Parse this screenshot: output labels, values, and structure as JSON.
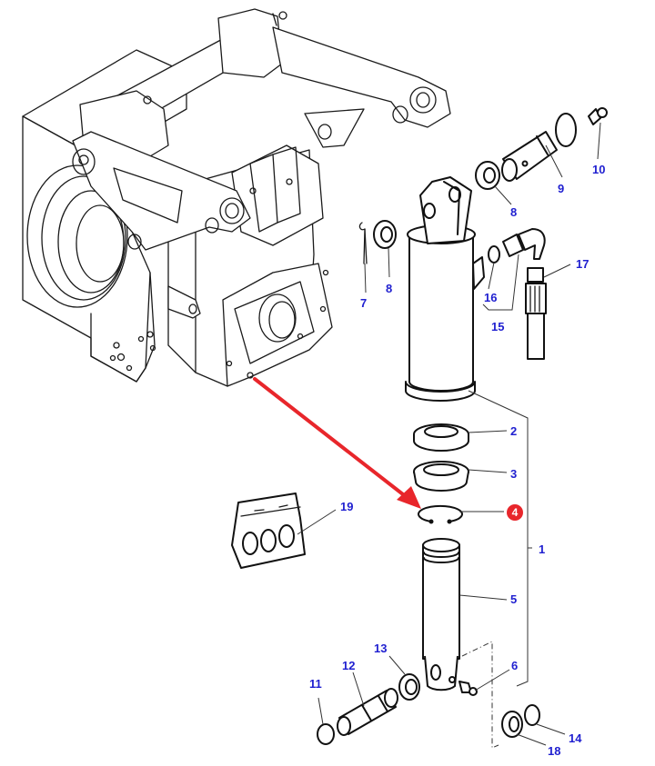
{
  "diagram": {
    "type": "exploded parts diagram",
    "subject": "Hydraulic lift cylinder assembly on rear housing",
    "highlight_color": "#e8262b",
    "callout_color": "#1f1fd0",
    "highlighted_part": "4",
    "arrow": {
      "from": "housing-mount-hole",
      "to": "part-4",
      "color": "#e8262b"
    }
  },
  "callouts": [
    {
      "id": "1",
      "label": "1"
    },
    {
      "id": "2",
      "label": "2"
    },
    {
      "id": "3",
      "label": "3"
    },
    {
      "id": "4",
      "label": "4",
      "highlighted": true
    },
    {
      "id": "5",
      "label": "5"
    },
    {
      "id": "6",
      "label": "6"
    },
    {
      "id": "7",
      "label": "7"
    },
    {
      "id": "8a",
      "label": "8"
    },
    {
      "id": "8b",
      "label": "8"
    },
    {
      "id": "9",
      "label": "9"
    },
    {
      "id": "10",
      "label": "10"
    },
    {
      "id": "11",
      "label": "11"
    },
    {
      "id": "12",
      "label": "12"
    },
    {
      "id": "13",
      "label": "13"
    },
    {
      "id": "14",
      "label": "14"
    },
    {
      "id": "15",
      "label": "15"
    },
    {
      "id": "16",
      "label": "16"
    },
    {
      "id": "17",
      "label": "17"
    },
    {
      "id": "18",
      "label": "18"
    },
    {
      "id": "19",
      "label": "19"
    }
  ]
}
